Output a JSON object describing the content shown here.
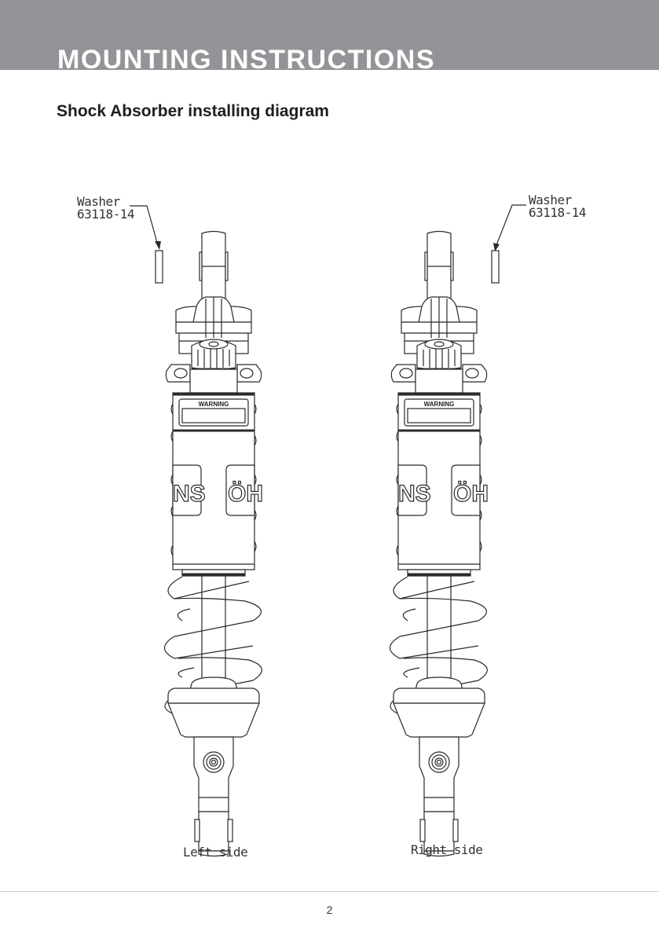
{
  "header": {
    "title": "MOUNTING INSTRUCTIONS",
    "band_color": "#939497"
  },
  "section": {
    "title": "Shock Absorber installing diagram"
  },
  "diagram": {
    "left": {
      "callout_name": "Washer",
      "callout_part": "63118-14",
      "caption": "Left side",
      "warning_label": "WARNING",
      "logo_left": "NS",
      "logo_right": "ÖH"
    },
    "right": {
      "callout_name": "Washer",
      "callout_part": "63118-14",
      "caption": "Right side",
      "warning_label": "WARNING",
      "logo_left": "NS",
      "logo_right": "ÖH"
    }
  },
  "footer": {
    "page_number": "2"
  }
}
